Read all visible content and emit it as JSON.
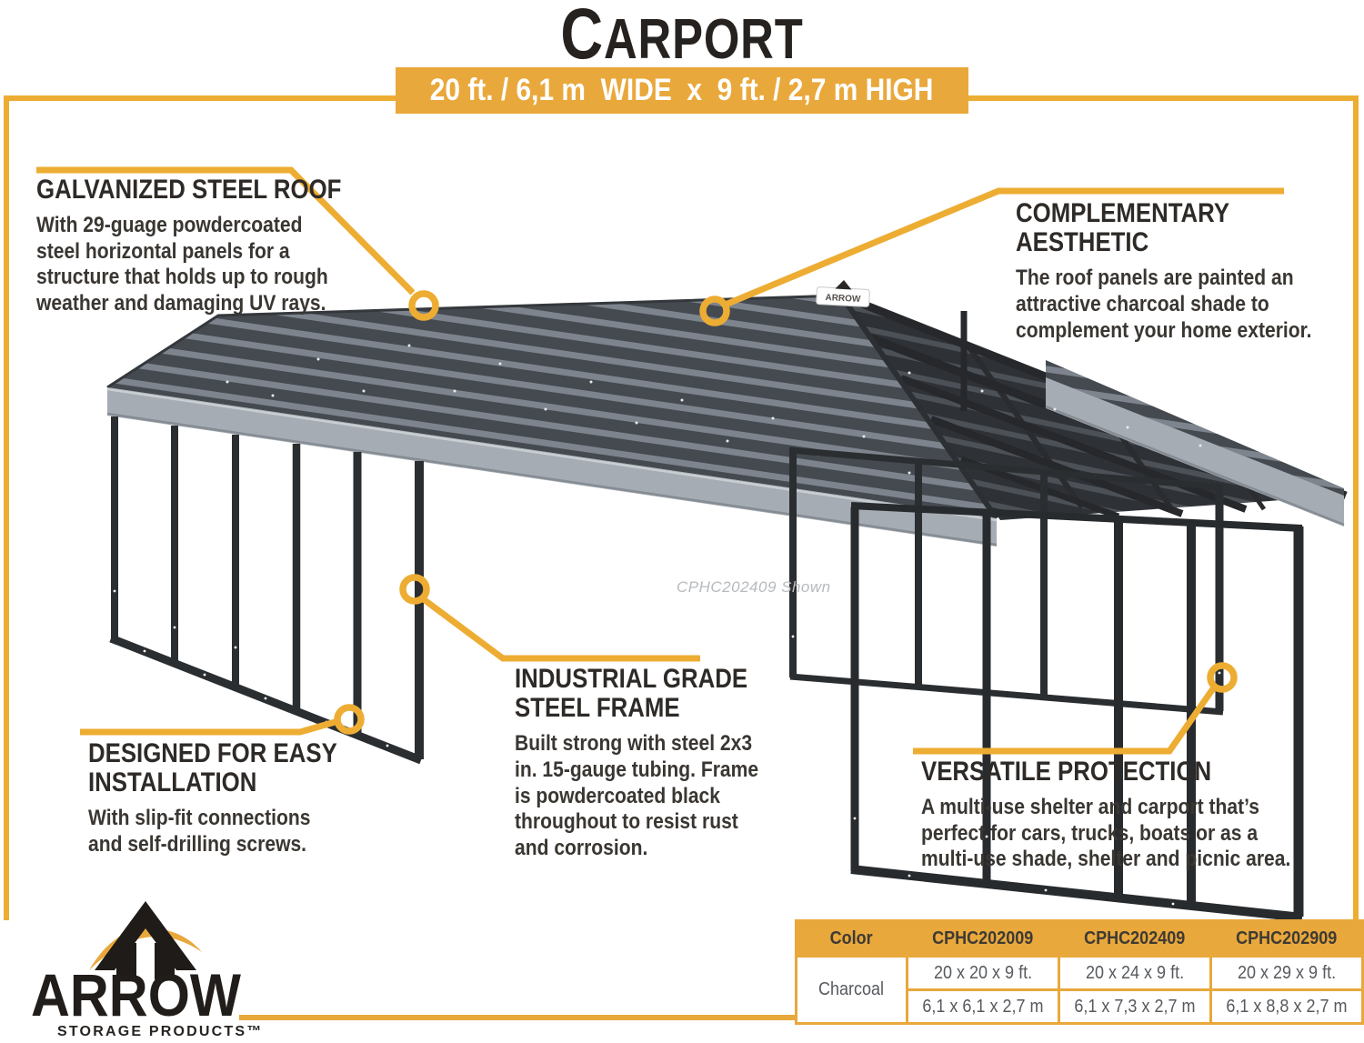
{
  "header": {
    "title": "CARPORT",
    "size_banner": "20 ft. / 6,1 m  WIDE  x  9 ft. / 2,7 m HIGH"
  },
  "callouts": {
    "galvanized": {
      "title": "GALVANIZED STEEL ROOF",
      "body": [
        "With 29-guage powdercoated",
        "steel horizontal panels for a",
        "structure that holds up to rough",
        "weather and damaging UV rays."
      ]
    },
    "aesthetic": {
      "title": "COMPLEMENTARY AESTHETIC",
      "body": [
        "The roof panels are painted an",
        "attractive charcoal shade to",
        "complement your home exterior."
      ]
    },
    "frame": {
      "title": [
        "INDUSTRIAL GRADE",
        "STEEL FRAME"
      ],
      "body": [
        "Built strong with steel 2x3",
        "in. 15-gauge tubing. Frame",
        "is powdercoated black",
        "throughout to resist rust",
        "and corrosion."
      ]
    },
    "installation": {
      "title": [
        "DESIGNED FOR EASY",
        "INSTALLATION"
      ],
      "body": [
        "With slip-fit connections",
        "and self-drilling screws."
      ]
    },
    "protection": {
      "title": "VERSATILE PROTECTION",
      "body": [
        "A multi-use shelter and carport that’s",
        "perfect for cars, trucks, boats or as a",
        "multi-use shade, shelter and picnic area."
      ]
    }
  },
  "illustration": {
    "model_note": "CPHC202409 Shown",
    "roof_sticker": "ARROW"
  },
  "brand": {
    "name": "ARROW",
    "tagline": "STORAGE PRODUCTS™"
  },
  "spec_table": {
    "columns": [
      "Color",
      "CPHC202009",
      "CPHC202409",
      "CPHC202909"
    ],
    "color_value": "Charcoal",
    "imperial": [
      "20 x 20 x 9 ft.",
      "20 x 24 x 9 ft.",
      "20 x 29 x 9 ft."
    ],
    "metric": [
      "6,1 x 6,1 x 2,7 m",
      "6,1 x 7,3 x 2,7 m",
      "6,1 x 8,8 x 2,7 m"
    ]
  },
  "colors": {
    "accent_gold": "#E9A83B",
    "leader_line_gold": "#EDAD33",
    "roof_dark": "#454A50",
    "roof_light": "#7D848D",
    "fascia_gray": "#A6ACB3",
    "frame_black": "#2B2E31",
    "heading_text": "#2E2A27",
    "table_text": "#56595E"
  }
}
